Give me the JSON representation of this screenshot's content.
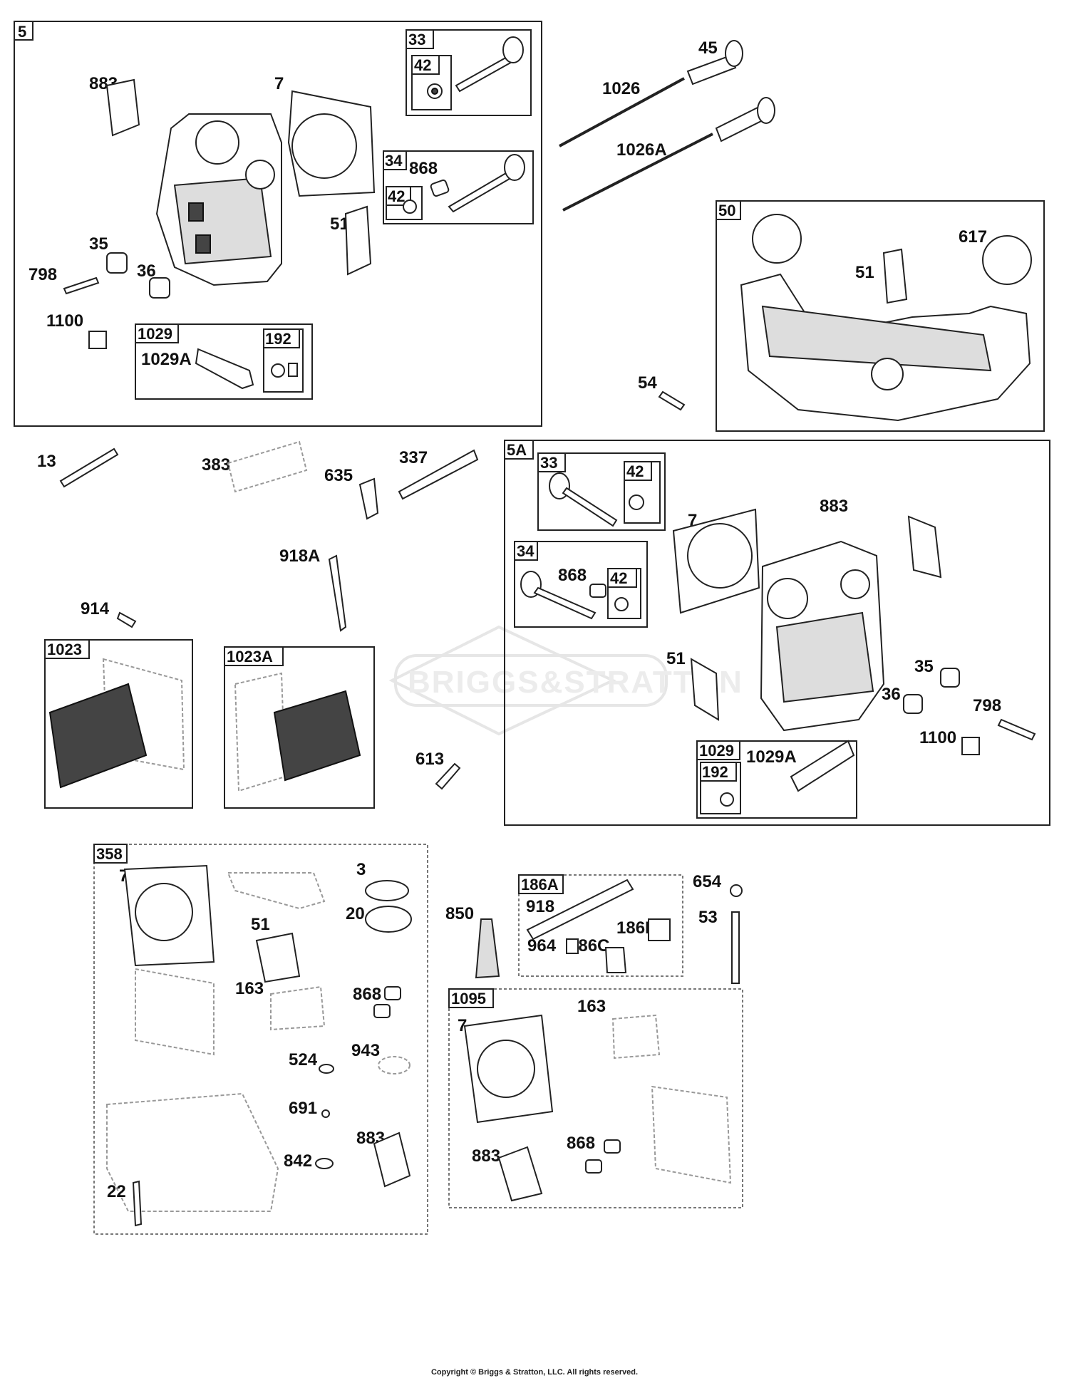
{
  "watermark": "BRIGGS&STRATTON",
  "copyright": "Copyright © Briggs & Stratton, LLC. All rights reserved.",
  "boxes": {
    "b5": "5",
    "b33a": "33",
    "b42a": "42",
    "b34a": "34",
    "b42b": "42",
    "b1029a": "1029",
    "b192a": "192",
    "b50": "50",
    "b5A": "5A",
    "b33b": "33",
    "b42c": "42",
    "b34b": "34",
    "b42d": "42",
    "b1029b": "1029",
    "b192b": "192",
    "b1023": "1023",
    "b1023A": "1023A",
    "b358": "358",
    "b186A": "186A",
    "b1095": "1095"
  },
  "labels": {
    "l883a": "883",
    "l7a": "7",
    "l868a": "868",
    "l51a": "51",
    "l35a": "35",
    "l798a": "798",
    "l36a": "36",
    "l1100a": "1100",
    "l1029Aa": "1029A",
    "l45": "45",
    "l1026": "1026",
    "l1026A": "1026A",
    "l617": "617",
    "l51b": "51",
    "l54": "54",
    "l13": "13",
    "l383": "383",
    "l635": "635",
    "l337": "337",
    "l918A": "918A",
    "l914": "914",
    "l613": "613",
    "l7b": "7",
    "l883b": "883",
    "l868b": "868",
    "l51c": "51",
    "l35b": "35",
    "l36b": "36",
    "l798b": "798",
    "l1100b": "1100",
    "l1029Ab": "1029A",
    "l7c": "7",
    "l3": "3",
    "l20": "20",
    "l51d": "51",
    "l163a": "163",
    "l868c": "868",
    "l524": "524",
    "l943": "943",
    "l691": "691",
    "l842": "842",
    "l883c": "883",
    "l22": "22",
    "l850": "850",
    "l918": "918",
    "l186B": "186B",
    "l186C": "186C",
    "l964": "964",
    "l654": "654",
    "l53": "53",
    "l163b": "163",
    "l7d": "7",
    "l883d": "883",
    "l868d": "868"
  }
}
